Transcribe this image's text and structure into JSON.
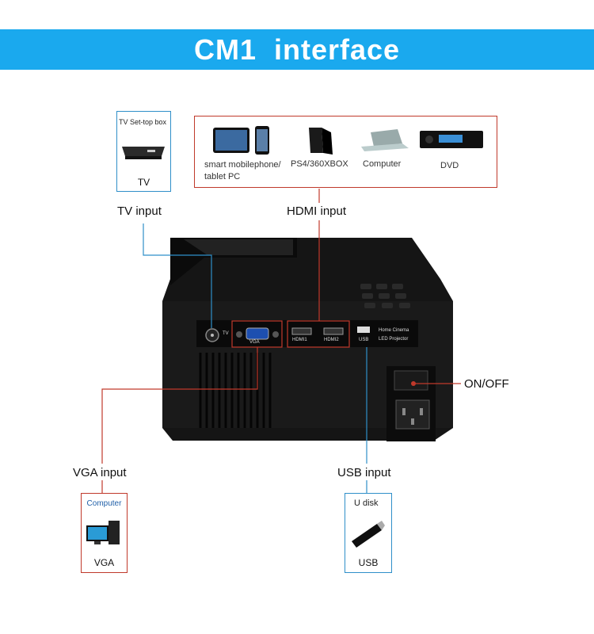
{
  "header": {
    "title": "CM1  interface",
    "color": "#1aa9ee"
  },
  "tv": {
    "box_title": "TV Set-top box",
    "box_caption": "TV",
    "input_label": "TV input"
  },
  "hdmi": {
    "input_label": "HDMI input",
    "devices": [
      {
        "label": "smart mobilephone/\ntablet PC",
        "icon": "tablet-phone-icon"
      },
      {
        "label": "PS4/360XBOX",
        "icon": "game-console-icon"
      },
      {
        "label": "Computer",
        "icon": "laptop-icon"
      },
      {
        "label": "DVD",
        "icon": "dvd-player-icon"
      }
    ]
  },
  "projector": {
    "port_tv": "TV",
    "port_vga": "VGA",
    "port_hdmi1": "HDMI1",
    "port_hdmi2": "HDMI2",
    "port_usb": "USB",
    "brand_line1": "Home Cinema",
    "brand_line2": "LED Projector"
  },
  "power": {
    "label": "ON/OFF"
  },
  "vga": {
    "input_label": "VGA input",
    "box_title": "Computer",
    "box_caption": "VGA"
  },
  "usb": {
    "input_label": "USB input",
    "box_title": "U disk",
    "box_caption": "USB"
  },
  "colors": {
    "line_blue": "#2f8fc9",
    "line_red": "#c0392b"
  }
}
